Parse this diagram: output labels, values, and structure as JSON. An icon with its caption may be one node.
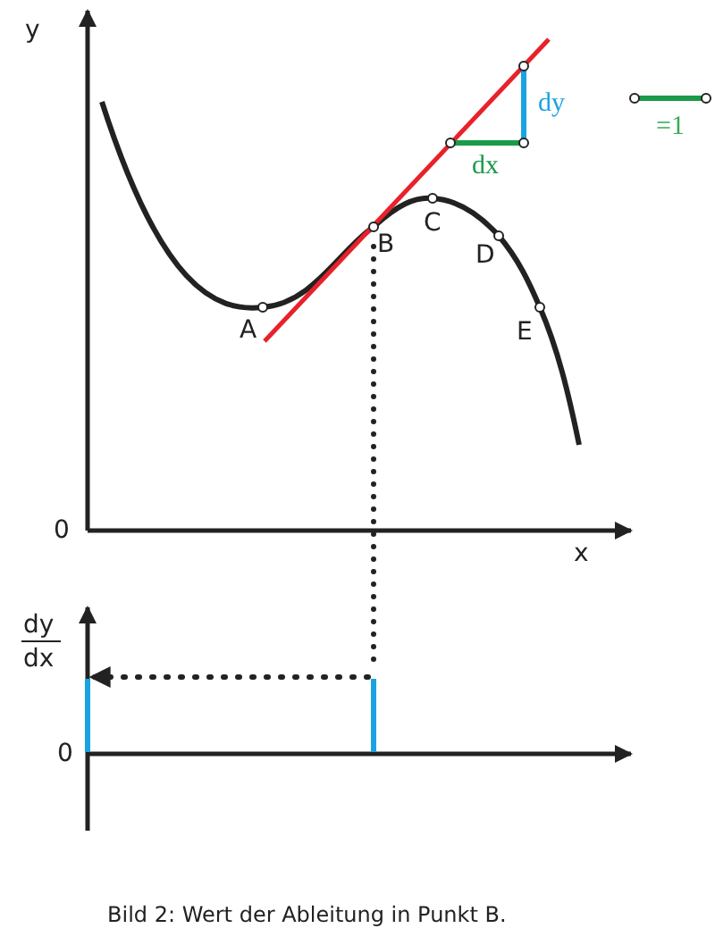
{
  "diagram": {
    "caption": "Bild 2: Wert der Ableitung in Punkt B.",
    "labels": [
      "y",
      "dy",
      "dx",
      "C",
      "B",
      "D",
      "A",
      "E",
      "0",
      "x",
      "dy",
      "dx",
      "0"
    ],
    "legend": [
      {
        "text": "=1"
      }
    ]
  }
}
